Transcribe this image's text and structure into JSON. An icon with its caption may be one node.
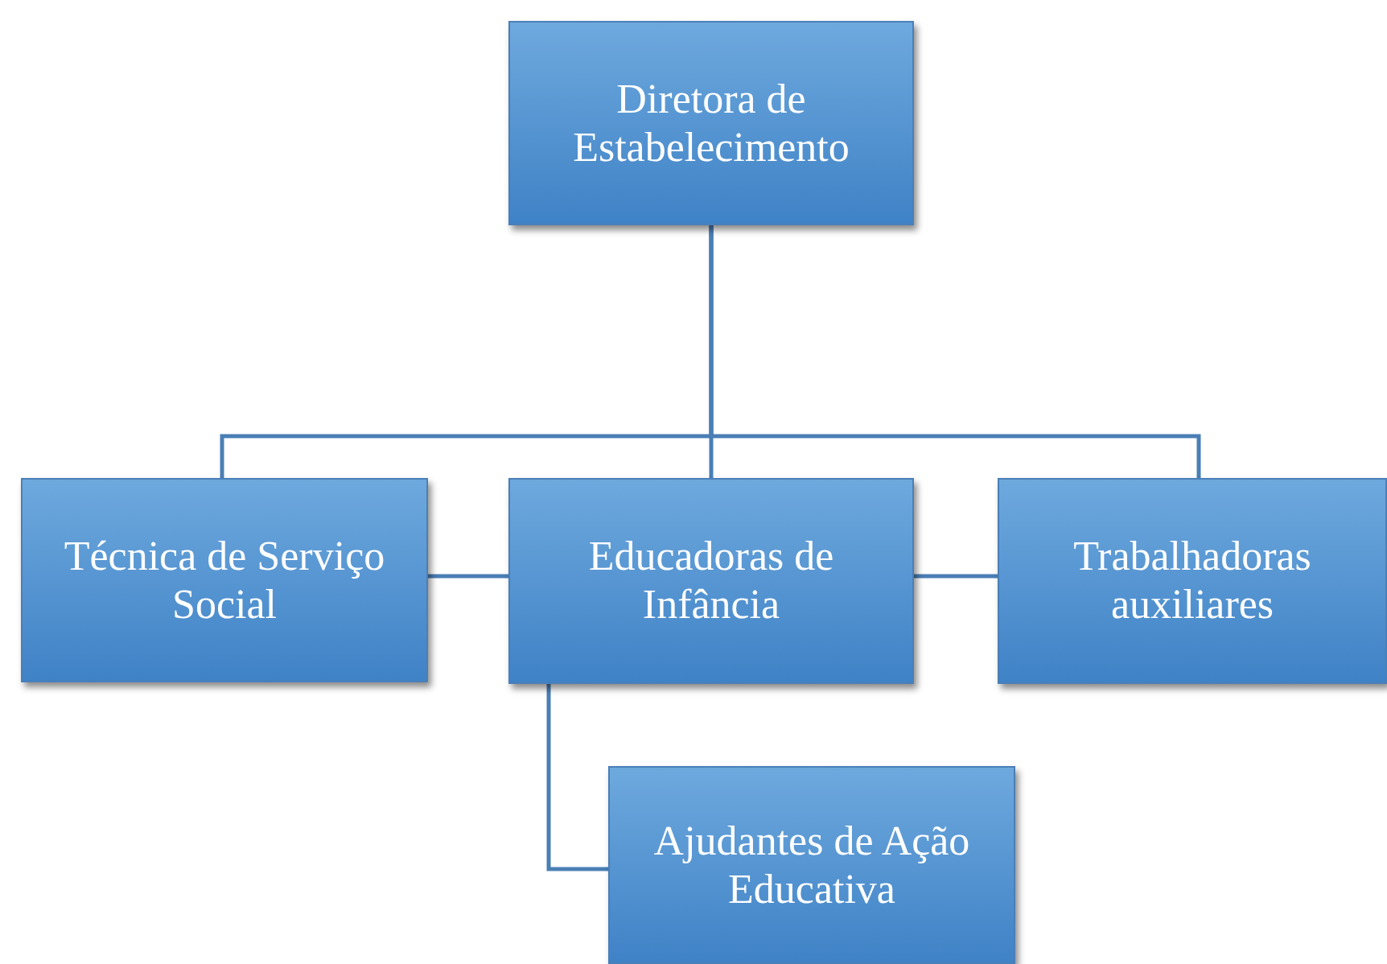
{
  "diagram": {
    "nodes": [
      {
        "text": [
          "Diretora de Estabelecimento"
        ]
      },
      {
        "text": [
          "Técnica de Serviço Social"
        ]
      },
      {
        "text": [
          "Educadoras de Infância"
        ]
      },
      {
        "text": [
          "Trabalhadoras auxiliares"
        ]
      },
      {
        "text": [
          "Ajudantes de Ação Educativa"
        ]
      }
    ],
    "edges": [
      {
        "from": 0,
        "to": 1,
        "arrow": "none"
      },
      {
        "from": 0,
        "to": 2,
        "arrow": "none"
      },
      {
        "from": 0,
        "to": 3,
        "arrow": "none"
      },
      {
        "from": 1,
        "to": 2,
        "arrow": "none"
      },
      {
        "from": 2,
        "to": 3,
        "arrow": "none"
      },
      {
        "from": 2,
        "to": 4,
        "arrow": "none"
      }
    ]
  }
}
